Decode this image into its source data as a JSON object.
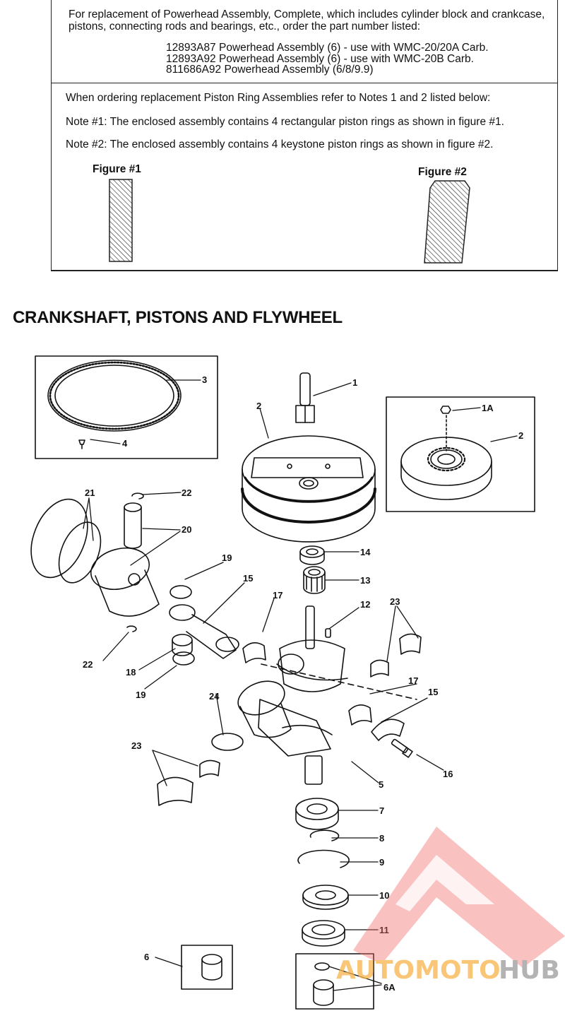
{
  "notes": {
    "intro": "For replacement of Powerhead Assembly, Complete, which includes cylinder block and crankcase, pistons, connecting rods and bearings, etc., order the part number listed:",
    "part_numbers": [
      "12893A87 Powerhead Assembly (6) - use with WMC-20/20A Carb.",
      "12893A92 Powerhead Assembly (6) - use with WMC-20B Carb.",
      "811686A92 Powerhead Assembly (6/8/9.9)"
    ],
    "ordering": "When ordering replacement Piston Ring Assemblies refer to Notes 1 and 2 listed below:",
    "note1": "Note #1: The enclosed assembly contains 4 rectangular piston rings as shown in figure #1.",
    "note2": "Note #2: The enclosed assembly contains 4 keystone piston rings as shown in figure #2.",
    "figure1_label": "Figure #1",
    "figure2_label": "Figure #2"
  },
  "section_title": "CRANKSHAFT, PISTONS AND FLYWHEEL",
  "callouts": {
    "c1": "1",
    "c1a": "1A",
    "c2a": "2",
    "c2b": "2",
    "c3": "3",
    "c4": "4",
    "c5": "5",
    "c6": "6",
    "c6a": "6A",
    "c7": "7",
    "c8": "8",
    "c9": "9",
    "c10": "10",
    "c11": "11",
    "c12": "12",
    "c13": "13",
    "c14": "14",
    "c15a": "15",
    "c15b": "15",
    "c16": "16",
    "c17a": "17",
    "c17b": "17",
    "c18": "18",
    "c19a": "19",
    "c19b": "19",
    "c20": "20",
    "c21": "21",
    "c22a": "22",
    "c22b": "22",
    "c23a": "23",
    "c23b": "23",
    "c24": "24"
  },
  "watermark": {
    "part1": "AUTOMOTO",
    "part2": "HUB",
    "color_accent": "#f26a6a",
    "color_orange": "#f7b34a",
    "color_gray": "#9a9a9a"
  }
}
